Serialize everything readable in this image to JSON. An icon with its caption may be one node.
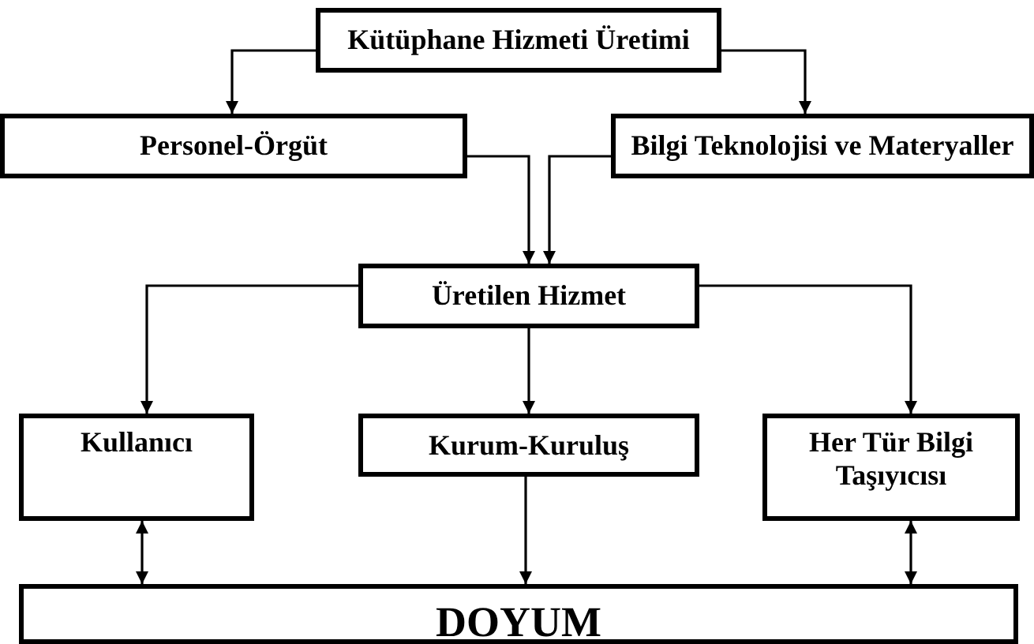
{
  "diagram": {
    "nodes": [
      {
        "text": [
          "Kütüphane Hizmeti Üretimi"
        ]
      },
      {
        "text": [
          "Personel-Örgüt"
        ]
      },
      {
        "text": [
          "Bilgi Teknolojisi ve Materyaller"
        ]
      },
      {
        "text": [
          "Üretilen Hizmet"
        ]
      },
      {
        "text": [
          "Kullanıcı"
        ]
      },
      {
        "text": [
          "Kurum-Kuruluş"
        ]
      },
      {
        "text": [
          "Her Tür Bilgi Taşıyıcısı"
        ]
      },
      {
        "text": [
          "DOYUM"
        ]
      }
    ],
    "edges": [
      {
        "from": 0,
        "to": 1,
        "arrow": "to"
      },
      {
        "from": 0,
        "to": 2,
        "arrow": "to"
      },
      {
        "from": 1,
        "to": 3,
        "arrow": "to"
      },
      {
        "from": 2,
        "to": 3,
        "arrow": "to"
      },
      {
        "from": 3,
        "to": 4,
        "arrow": "to"
      },
      {
        "from": 3,
        "to": 5,
        "arrow": "to"
      },
      {
        "from": 3,
        "to": 6,
        "arrow": "to"
      },
      {
        "from": 4,
        "to": 7,
        "arrow": "both"
      },
      {
        "from": 5,
        "to": 7,
        "arrow": "to"
      },
      {
        "from": 6,
        "to": 7,
        "arrow": "both"
      }
    ]
  }
}
